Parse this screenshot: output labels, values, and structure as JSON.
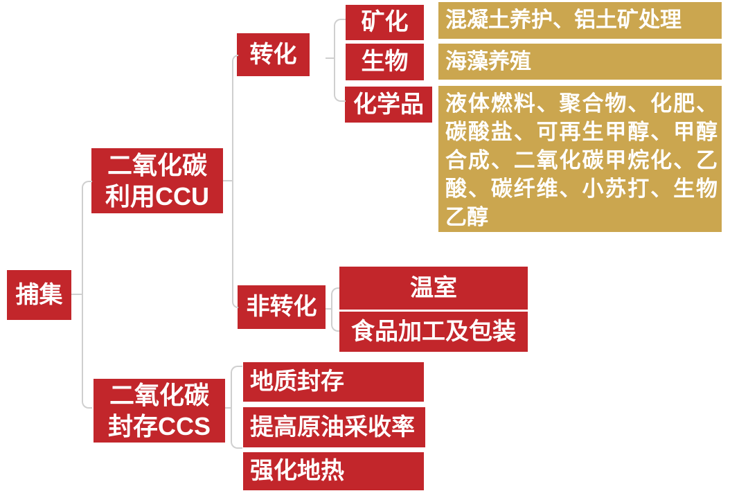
{
  "palette": {
    "node_red": "#C2262B",
    "node_gold": "#CBA64F",
    "connector_gray": "#CFCFCF",
    "text_white": "#FFFFFF"
  },
  "nodes": {
    "capture": {
      "label": "捕集"
    },
    "ccu": {
      "line1": "二氧化碳",
      "line2": "利用CCU"
    },
    "ccs": {
      "line1": "二氧化碳",
      "line2": "封存CCS"
    },
    "conversion": {
      "label": "转化"
    },
    "non_conversion": {
      "label": "非转化"
    },
    "mineralization": {
      "label": "矿化",
      "applications": "混凝土养护、铝土矿处理"
    },
    "biological": {
      "label": "生物",
      "applications": "海藻养殖"
    },
    "chemicals": {
      "label": "化学品",
      "applications": "液体燃料、聚合物、化肥、碳酸盐、可再生甲醇、甲醇合成、二氧化碳甲烷化、乙酸、碳纤维、小苏打、生物乙醇"
    },
    "greenhouse": {
      "label": "温室"
    },
    "food_packaging": {
      "label": "食品加工及包装"
    },
    "geological_storage": {
      "label": "地质封存"
    },
    "enhanced_oil_recovery": {
      "label": "提高原油采收率"
    },
    "enhanced_geothermal": {
      "label": "强化地热"
    }
  }
}
